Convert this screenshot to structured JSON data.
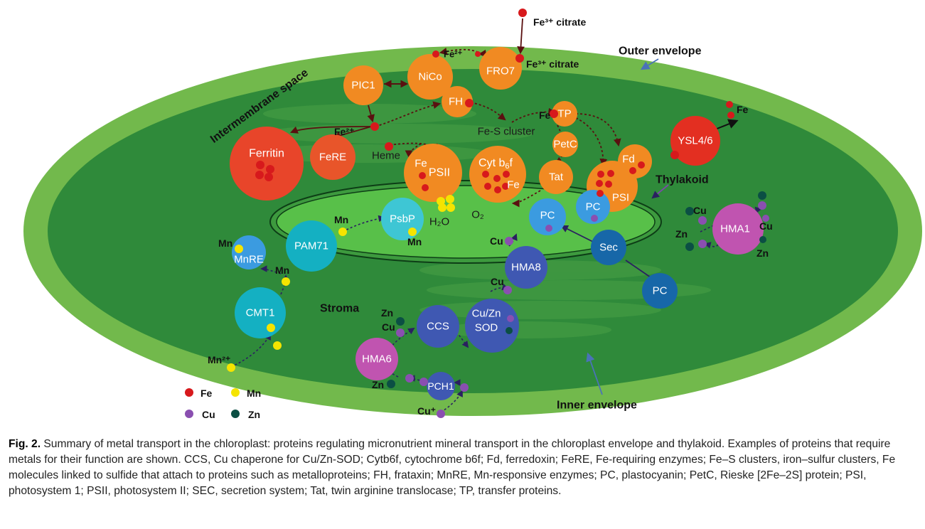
{
  "regions": {
    "outer_envelope": "Outer envelope",
    "intermembrane_space": "Intermembrane space",
    "thylakoid": "Thylakoid",
    "stroma": "Stroma",
    "inner_envelope": "Inner envelope"
  },
  "proteins": {
    "pic1": "PIC1",
    "nico": "NiCo",
    "fro7": "FRO7",
    "fh": "FH",
    "tp": "TP",
    "petc": "PetC",
    "ysl": "YSL4/6",
    "ferritin": "Ferritin",
    "fere": "FeRE",
    "psii": "PSII",
    "cytb6f": "Cyt b",
    "cytb6f_sub": "6",
    "cytb6f_tail": "f",
    "tat": "Tat",
    "fd": "Fd",
    "psi": "PSI",
    "pc1": "PC",
    "pc2": "PC",
    "pc3": "PC",
    "psbp": "PsbP",
    "pam71": "PAM71",
    "mnre": "MnRE",
    "cmt1": "CMT1",
    "hma8": "HMA8",
    "sec": "Sec",
    "hma1": "HMA1",
    "ccs": "CCS",
    "cuzn_sod_1": "Cu/Zn",
    "cuzn_sod_2": "SOD",
    "hma6": "HMA6",
    "pch1": "PCH1"
  },
  "labels": {
    "fe3_citrate": "Fe³⁺ citrate",
    "fe2": "Fe²⁺",
    "fe2_b": "Fe²⁺",
    "fe_out": "Fe",
    "fe_tp": "Fe",
    "fe_psii": "Fe",
    "fe_cyt": "Fe",
    "fes_cluster": "Fe-S cluster",
    "heme": "Heme",
    "o2": "O₂",
    "h2o": "H₂O",
    "mn_psbp": "Mn",
    "mn_psbp_b": "Mn",
    "mn_mnre": "Mn",
    "mn_cmt": "Mn",
    "mn2": "Mn²⁺",
    "cu_hma8": "Cu",
    "cu_hma8_b": "Cu",
    "cu_hma1": "Cu",
    "cu_hma1_b": "Cu",
    "zn_hma1": "Zn",
    "zn_hma1_b": "Zn",
    "zn_ccs": "Zn",
    "cu_ccs": "Cu",
    "zn_hma6": "Zn",
    "cu_plus": "Cu⁺"
  },
  "legend": [
    {
      "metal": "Fe",
      "color": "#d7191c"
    },
    {
      "metal": "Mn",
      "color": "#f5e400"
    },
    {
      "metal": "Cu",
      "color": "#8a4fb0"
    },
    {
      "metal": "Zn",
      "color": "#0b4f44"
    }
  ],
  "colors": {
    "outer_envelope": "#72b94c",
    "stroma": "#2f8a3a",
    "iron_protein": "#f18a22",
    "ferritin": "#e8452a",
    "manganese_protein": "#14b0c2",
    "copper_protein": "#3f58b2",
    "hma_protein": "#c054b0"
  },
  "caption": {
    "label": "Fig. 2.",
    "text": " Summary of metal transport in the chloroplast: proteins regulating micronutrient mineral transport in the chloroplast envelope and thylakoid. Examples of proteins that require metals for their function are shown. CCS, Cu chaperone for Cu/Zn-SOD; Cytb6f, cytochrome b6f; Fd, ferredoxin; FeRE, Fe-requiring enzymes; Fe–S clusters, iron–sulfur clusters, Fe molecules linked to sulfide that attach to proteins such as metalloproteins; FH, frataxin; MnRE, Mn-responsive enzymes; PC, plastocyanin; PetC, Rieske [2Fe–2S] protein; PSI, photosystem 1; PSII, photosystem II; SEC, secretion system; Tat, twin arginine translocase; TP, transfer proteins."
  }
}
